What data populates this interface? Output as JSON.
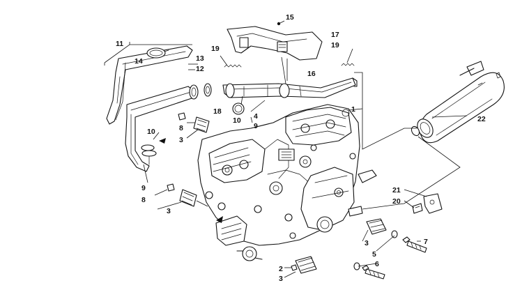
{
  "labels": {
    "l1": "1",
    "l2": "2",
    "l3a": "3",
    "l3b": "3",
    "l3c": "3",
    "l3d": "3",
    "l4": "4",
    "l5": "5",
    "l6": "6",
    "l7": "7",
    "l8a": "8",
    "l8b": "8",
    "l9a": "9",
    "l9b": "9",
    "l10a": "10",
    "l10b": "10",
    "l11": "11",
    "l12": "12",
    "l13": "13",
    "l14": "14",
    "l15": "15",
    "l16": "16",
    "l17": "17",
    "l18": "18",
    "l19a": "19",
    "l19b": "19",
    "l20": "20",
    "l21": "21",
    "l22": "22"
  },
  "colors": {
    "ink": "#111111",
    "paper": "#ffffff"
  }
}
